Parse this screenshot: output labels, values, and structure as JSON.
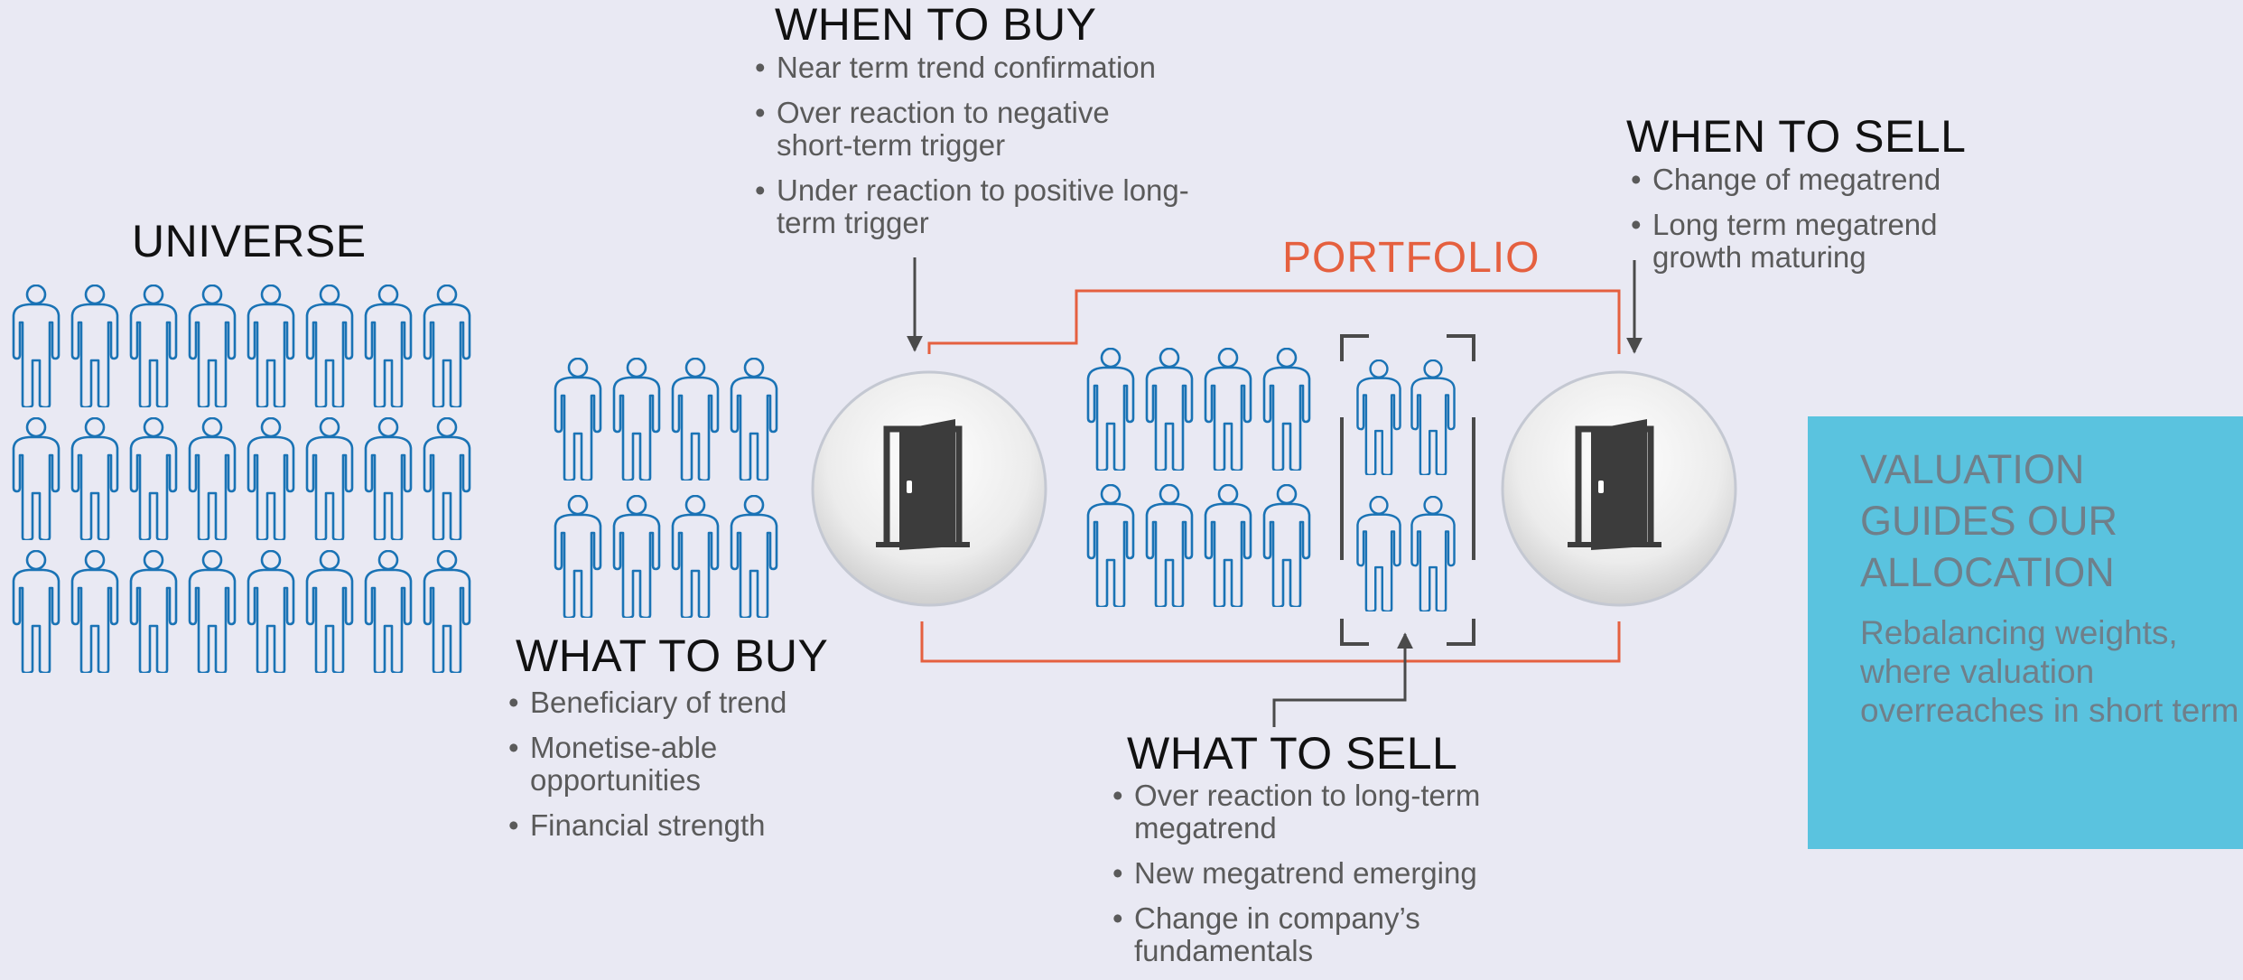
{
  "universe": {
    "title": "UNIVERSE"
  },
  "when_to_buy": {
    "title": "WHEN TO BUY",
    "items": [
      "Near term trend confirmation",
      "Over reaction to negative short-term trigger",
      "Under reaction to positive long-term trigger"
    ]
  },
  "what_to_buy": {
    "title": "WHAT TO BUY",
    "items": [
      "Beneficiary of trend",
      "Monetise-able opportunities",
      "Financial strength"
    ]
  },
  "portfolio": {
    "title": "PORTFOLIO"
  },
  "when_to_sell": {
    "title": "WHEN TO SELL",
    "items": [
      "Change of megatrend",
      "Long term megatrend growth maturing"
    ]
  },
  "what_to_sell": {
    "title": "WHAT TO SELL",
    "items": [
      "Over reaction to long-term megatrend",
      "New megatrend emerging",
      "Change in company’s fundamentals"
    ]
  },
  "valuation": {
    "title": "VALUATION GUIDES OUR ALLOCATION",
    "text": "Rebalancing weights, where valuation overreaches in short term"
  },
  "colors": {
    "person_outline": "#1a73b5",
    "connector_red": "#e5603f",
    "arrow_gray": "#4a4a4a",
    "valuation_box": "#5ac3df"
  }
}
